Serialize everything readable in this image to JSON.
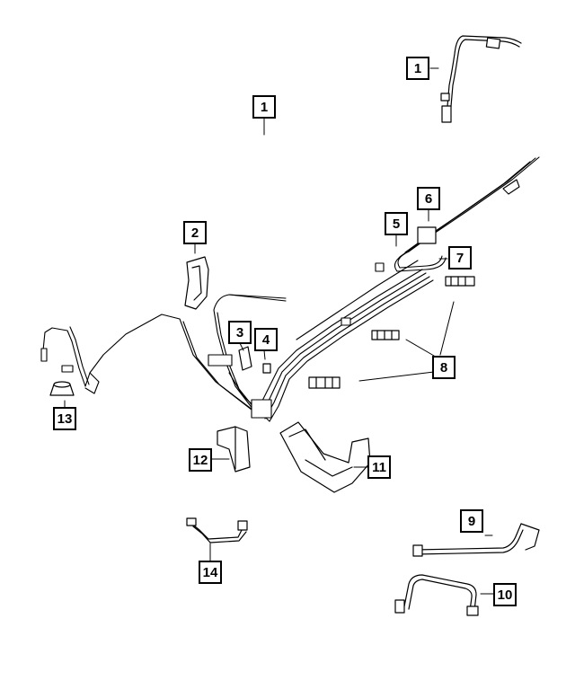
{
  "callouts": {
    "c1a": "1",
    "c1b": "1",
    "c2": "2",
    "c3": "3",
    "c4": "4",
    "c5": "5",
    "c6": "6",
    "c7": "7",
    "c8": "8",
    "c9": "9",
    "c10": "10",
    "c11": "11",
    "c12": "12",
    "c13": "13",
    "c14": "14"
  }
}
